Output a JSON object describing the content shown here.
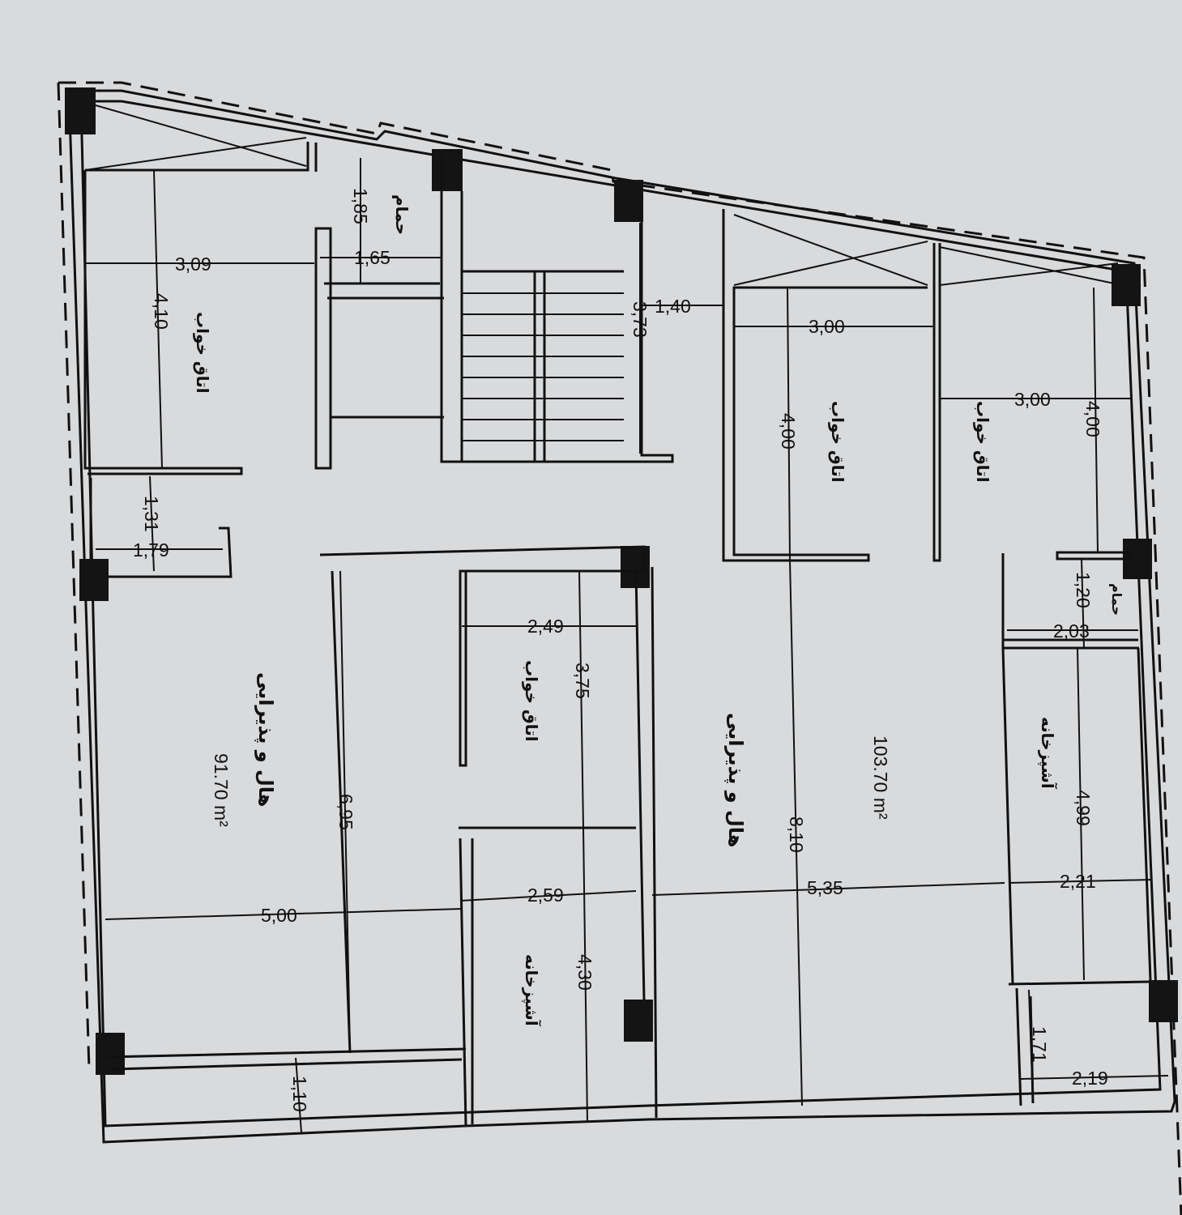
{
  "plan": {
    "orientation": "rotated 90deg clockwise",
    "colors": {
      "paper": "#d9dadc",
      "ink": "#111111",
      "column": "#141414"
    },
    "units": {
      "left": {
        "area": "91.70 m²",
        "rooms": {
          "bedroom_1": "اتاق خواب",
          "bathroom": "حمام",
          "bedroom_2": "اتاق خواب",
          "hall": "هال و پذیرایی",
          "kitchen": "آشپزخانه"
        }
      },
      "right": {
        "area": "103.70 m²",
        "rooms": {
          "bedroom_1": "اتاق خواب",
          "bedroom_2": "اتاق خواب",
          "bathroom": "حمام",
          "hall": "هال و پذیرایی",
          "kitchen": "آشپزخانه"
        }
      }
    },
    "dimensions": {
      "d309": "3,09",
      "d410": "4,10",
      "d185": "1,85",
      "d165": "1,65",
      "d131": "1,31",
      "d179": "1,79",
      "d140": "1,40",
      "d373": "3,73",
      "d300a": "3,00",
      "d400a": "4,00",
      "d300b": "3,00",
      "d400b": "4,00",
      "d249": "2,49",
      "d375": "3,75",
      "d695": "6,95",
      "d500": "5,00",
      "d259": "2,59",
      "d430": "4,30",
      "d110": "1,10",
      "d810": "8,10",
      "d535": "5,35",
      "d120": "1,20",
      "d203": "2,03",
      "d499": "4,99",
      "d221": "2,21",
      "d171": "1,71",
      "d219": "2,19"
    }
  }
}
